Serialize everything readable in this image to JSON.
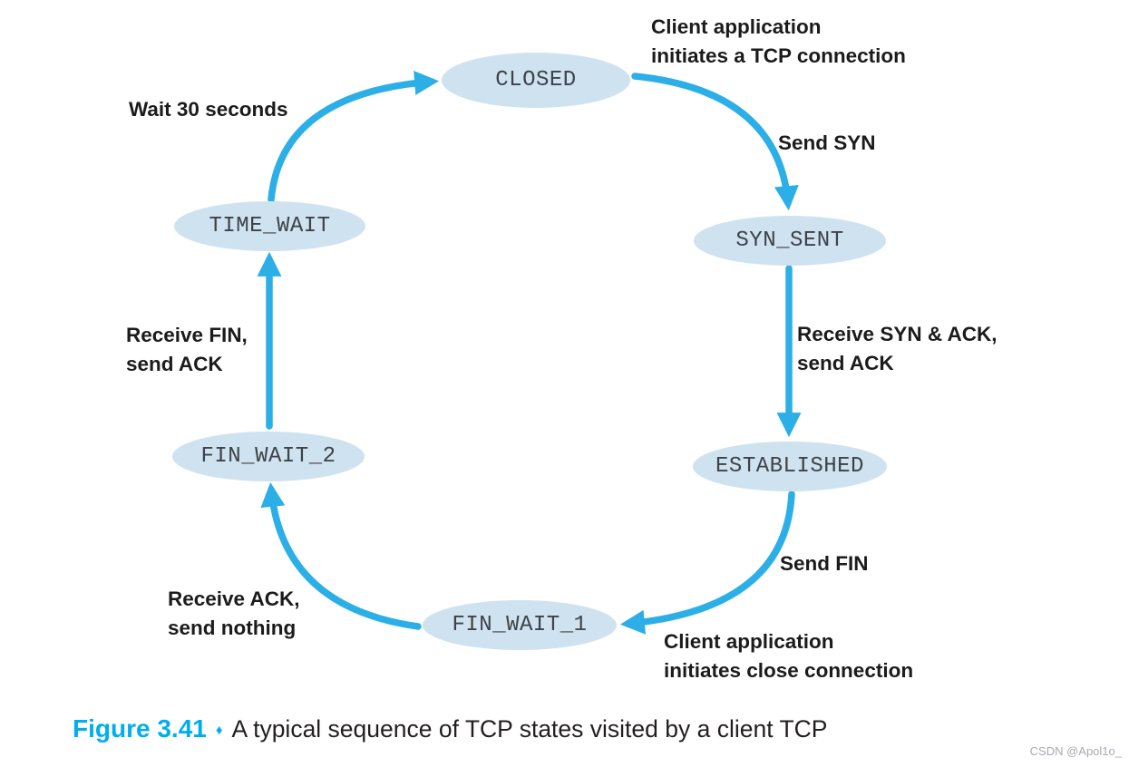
{
  "colors": {
    "arrow": "#2bafe6",
    "state_fill": "#cfe2f0",
    "caption_accent": "#00aeef",
    "label_text": "#1b1b1b"
  },
  "diagram": {
    "type": "state-machine",
    "states": [
      {
        "id": "closed",
        "label": "CLOSED"
      },
      {
        "id": "syn-sent",
        "label": "SYN_SENT"
      },
      {
        "id": "established",
        "label": "ESTABLISHED"
      },
      {
        "id": "fin-wait-1",
        "label": "FIN_WAIT_1"
      },
      {
        "id": "fin-wait-2",
        "label": "FIN_WAIT_2"
      },
      {
        "id": "time-wait",
        "label": "TIME_WAIT"
      }
    ],
    "labels": [
      {
        "id": "client-initiates-open",
        "text": "Client application\ninitiates a TCP connection"
      },
      {
        "id": "send-syn",
        "text": "Send SYN"
      },
      {
        "id": "receive-syn-ack",
        "text": "Receive SYN & ACK,\nsend ACK"
      },
      {
        "id": "send-fin",
        "text": "Send FIN"
      },
      {
        "id": "client-initiates-close",
        "text": "Client application\ninitiates close connection"
      },
      {
        "id": "receive-ack",
        "text": "Receive ACK,\nsend nothing"
      },
      {
        "id": "receive-fin",
        "text": "Receive FIN,\nsend ACK"
      },
      {
        "id": "wait-30-seconds",
        "text": "Wait 30 seconds"
      }
    ],
    "transitions": [
      {
        "from": "CLOSED",
        "to": "SYN_SENT",
        "trigger": "Client application initiates a TCP connection",
        "action": "Send SYN"
      },
      {
        "from": "SYN_SENT",
        "to": "ESTABLISHED",
        "trigger": "Receive SYN & ACK",
        "action": "send ACK"
      },
      {
        "from": "ESTABLISHED",
        "to": "FIN_WAIT_1",
        "trigger": "Client application initiates close connection",
        "action": "Send FIN"
      },
      {
        "from": "FIN_WAIT_1",
        "to": "FIN_WAIT_2",
        "trigger": "Receive ACK",
        "action": "send nothing"
      },
      {
        "from": "FIN_WAIT_2",
        "to": "TIME_WAIT",
        "trigger": "Receive FIN",
        "action": "send ACK"
      },
      {
        "from": "TIME_WAIT",
        "to": "CLOSED",
        "trigger": "Wait 30 seconds",
        "action": ""
      }
    ]
  },
  "caption": {
    "figure": "Figure 3.41",
    "separator": "♦",
    "text": "A typical sequence of TCP states visited by a client TCP"
  },
  "watermark": "CSDN @Apol1o_"
}
